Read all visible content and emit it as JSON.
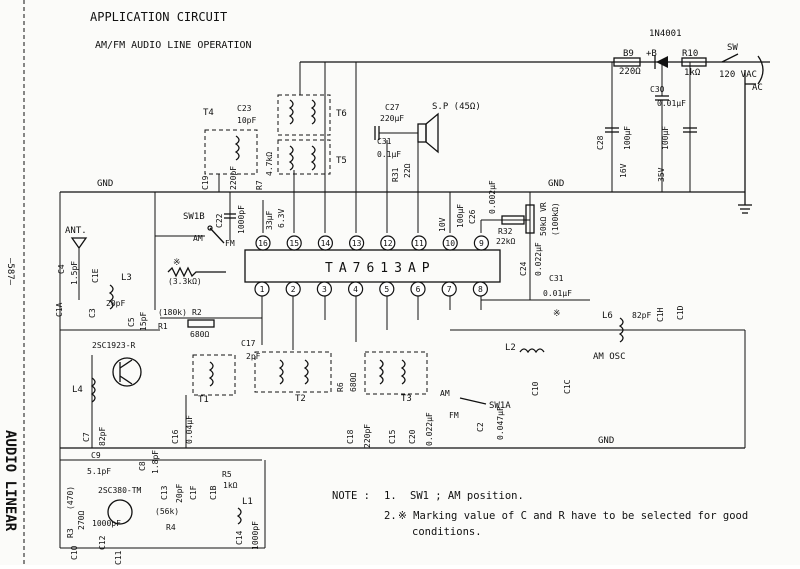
{
  "title": "APPLICATION CIRCUIT",
  "subtitle": "AM/FM AUDIO LINE OPERATION",
  "side_text": {
    "page": "—587—",
    "section": "AUDIO LINEAR"
  },
  "ic": {
    "name": "TA7613AP",
    "top_pins": [
      "16",
      "15",
      "14",
      "13",
      "12",
      "11",
      "10",
      "9"
    ],
    "bottom_pins": [
      "1",
      "2",
      "3",
      "4",
      "5",
      "6",
      "7",
      "8"
    ]
  },
  "power": {
    "diode": "1N4001",
    "B9": "B9",
    "B9_val": "220Ω",
    "plus_b": "+B",
    "R10": "R10",
    "R10_val": "1kΩ",
    "sw": "SW",
    "mains": "120 VAC",
    "ac": "AC",
    "C30": "C30",
    "C30_val": "0.01μF",
    "C28": "C28",
    "C28_val": "100μF",
    "C28_v": "16V",
    "C29_val": "100μF",
    "C29_v": "35V"
  },
  "labels": {
    "gnd": "GND",
    "ant": "ANT.",
    "sp": "S.P (45Ω)",
    "am": "AM",
    "fm": "FM",
    "sw1b": "SW1B",
    "sw1a": "SW1A",
    "am_osc": "AM OSC",
    "t4": "T4",
    "t5": "T5",
    "t6": "T6",
    "t1": "T1",
    "t2": "T2",
    "t3": "T3",
    "L1": "L1",
    "L2": "L2",
    "L3": "L3",
    "L4": "L4",
    "L6": "L6",
    "tr1": "2SC1923-R",
    "tr2": "2SC380-TM",
    "star": "※"
  },
  "components": {
    "C23": "C23",
    "C23v": "10pF",
    "C27": "C27",
    "C27v": "220μF",
    "C31": "C31",
    "C31v": "0.1μF",
    "R31": "R31",
    "R31v": "22Ω",
    "C26": "C26",
    "C26v": "0.002μF",
    "C25v": "100μF",
    "C25volt": "10V",
    "R32": "R32",
    "R32v": "22kΩ",
    "VR": "50kΩ VR",
    "VRlog": "(100kΩ)",
    "C24": "C24",
    "C24v": "0.022μF",
    "C31b": "C31",
    "C31bv": "0.01μF",
    "C22": "C22",
    "C22v": "1000pF",
    "C19": "C19",
    "C19v": "220pF",
    "R7": "R7",
    "R7v": "4.7kΩ",
    "C21v": "33μF",
    "C21volt": "6.3V",
    "R3k3": "(3.3kΩ)",
    "R2": "R2",
    "R2v": "680Ω",
    "R1": "R1",
    "R1v": "(180k)",
    "C17": "C17",
    "C17v": "2pF",
    "C4": "C4",
    "C4v": "1.5pF",
    "C1E": "C1E",
    "C1A": "C1A",
    "C3": "C3",
    "C3v": "20pF",
    "C5": "C5",
    "C5v": "15pF",
    "C7": "C7",
    "C7v": "82pF",
    "C16": "C16",
    "C16v": "0.04μF",
    "R6": "R6",
    "R6v": "680Ω",
    "C18": "C18",
    "C18v": "220pF",
    "C15": "C15",
    "C20": "C20",
    "C20v": "0.022μF",
    "C1C": "C1C",
    "C10": "C10",
    "C6v": "82pF",
    "C1H": "C1H",
    "C1D": "C1D",
    "C9": "C9",
    "C9v": "5.1pF",
    "C8": "C8",
    "C8v": "1.8pF",
    "R5": "R5",
    "R5v": "1kΩ",
    "C13": "C13",
    "C13v": "20pF",
    "C1F": "C1F",
    "C1B": "C1B",
    "R4": "R4",
    "R4v": "(56k)",
    "R3": "R3",
    "R3v": "(470)",
    "R3v2": "270Ω",
    "C12": "C12",
    "C12v": "1000pF",
    "C11": "C11",
    "C14": "C14",
    "C14v": "1000pF",
    "C2v": "0.047μF",
    "C2": "C2"
  },
  "notes": {
    "heading": "NOTE :",
    "n1_num": "1.",
    "n1": "SW1 ; AM position.",
    "n2_num": "2.",
    "n2_a": "※ Marking value of C and R have to be selected for good",
    "n2_b": "conditions."
  }
}
